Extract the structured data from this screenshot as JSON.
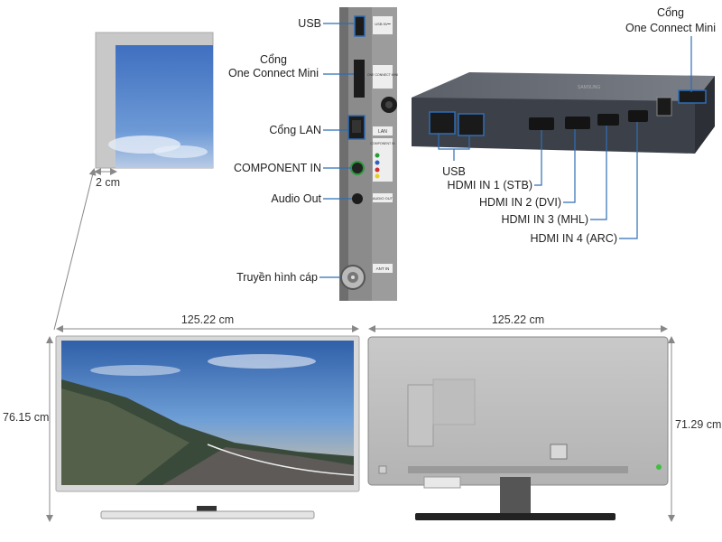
{
  "ports_left": {
    "usb": "USB",
    "one_connect_line1": "Cổng",
    "one_connect_line2": "One Connect Mini",
    "lan": "Cổng LAN",
    "component": "COMPONENT IN",
    "audio_out": "Audio Out",
    "cable_tv": "Truyền hình cáp"
  },
  "panel_labels": {
    "usb_tag": "USB 5V⎓",
    "one_connect_tag": "ONE CONNECT MINI",
    "lan_tag": "LAN",
    "component_tag": "COMPONENT IN",
    "audio_tag": "AUDIO OUT",
    "ant_tag": "ANT IN"
  },
  "box": {
    "title_line1": "Cổng",
    "title_line2": "One Connect Mini",
    "usb": "USB",
    "hdmi1": "HDMI IN 1 (STB)",
    "hdmi2": "HDMI IN 2 (DVI)",
    "hdmi3": "HDMI IN 3 (MHL)",
    "hdmi4": "HDMI IN 4 (ARC)",
    "brand": "SAMSUNG"
  },
  "dimensions": {
    "bezel": "2 cm",
    "front_width": "125.22 cm",
    "front_height": "76.15 cm",
    "back_width": "125.22 cm",
    "back_height": "71.29 cm"
  },
  "colors": {
    "callout_line": "#2f6db5",
    "dim_line": "#888888"
  }
}
